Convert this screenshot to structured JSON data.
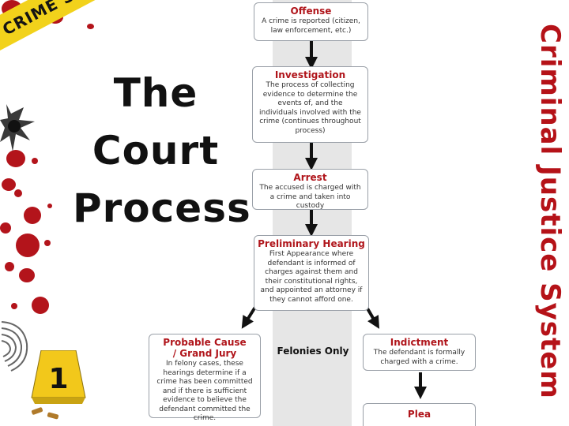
{
  "tape": {
    "text": "CRIME SCENE DO"
  },
  "title": {
    "line1": "The",
    "line2": "Court",
    "line3": "Process"
  },
  "side_title": "Criminal Justice System",
  "felonies_label": "Felonies Only",
  "evidence_marker": "1",
  "steps": {
    "offense": {
      "title": "Offense",
      "text": "A crime is reported (citizen, law enforcement, etc.)"
    },
    "investigation": {
      "title": "Investigation",
      "text": "The process of collecting evidence to determine the events of, and the individuals involved with the crime (continues throughout process)"
    },
    "arrest": {
      "title": "Arrest",
      "text": "The accused is charged with a crime and taken into custody"
    },
    "preliminary": {
      "title": "Preliminary Hearing",
      "text": "First Appearance where defendant is informed of charges against them and their constitutional rights, and appointed an attorney if they cannot afford one."
    },
    "probable": {
      "title": "Probable Cause / Grand Jury",
      "text": "In felony cases, these hearings determine if a crime has been committed and if there is sufficient evidence to believe the defendant committed the crime."
    },
    "indictment": {
      "title": "Indictment",
      "text": "The defendant is formally charged with a crime."
    },
    "plea": {
      "title": "Plea"
    }
  },
  "colors": {
    "title_red": "#b0151b",
    "tape_yellow": "#f2d21b",
    "side_red": "#b51218"
  }
}
